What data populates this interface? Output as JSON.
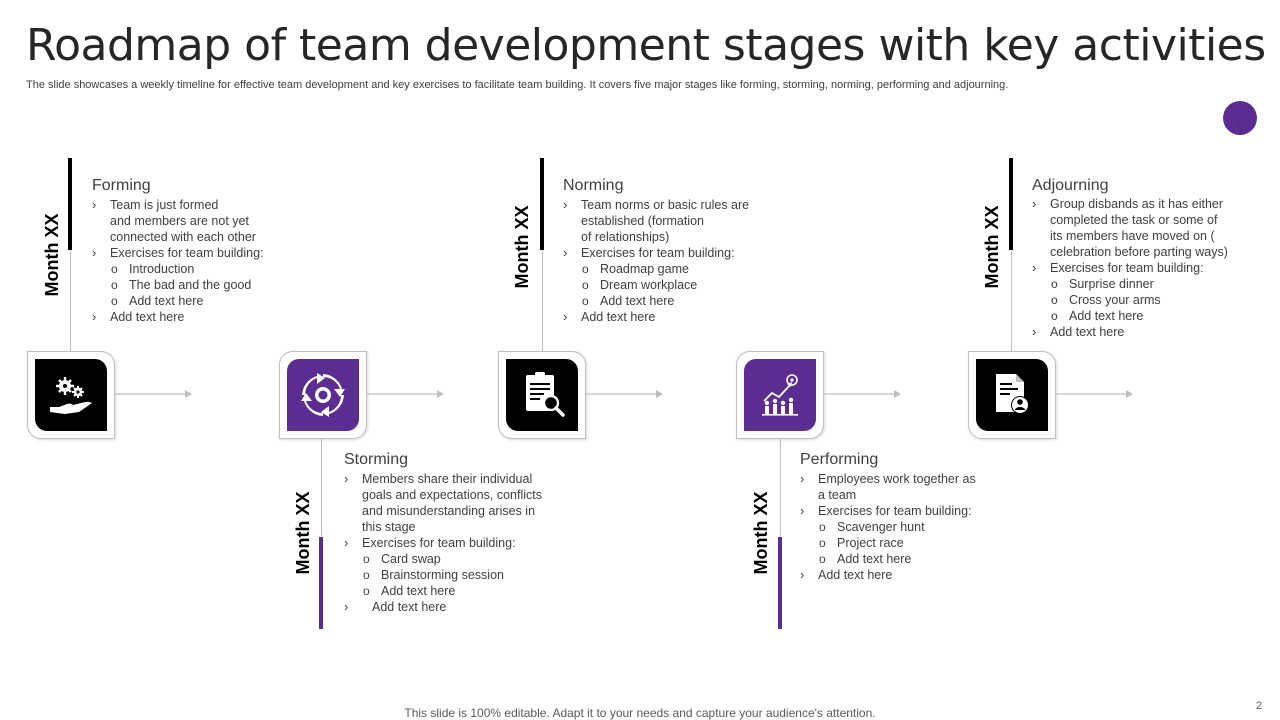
{
  "slide": {
    "title": "Roadmap of team development stages with key activities",
    "subtitle": "The slide showcases a weekly timeline for effective team development and key exercises to facilitate team building. It covers five  major stages like forming, storming, norming, performing and adjourning.",
    "footer": "This slide is 100% editable. Adapt it to your needs and capture your audience's attention.",
    "page_number": "2"
  },
  "colors": {
    "accent": "#5b2d91",
    "dark": "#000000",
    "line": "#bfbfbf",
    "text": "#404040"
  },
  "stages": [
    {
      "name": "Forming",
      "month": "Month XX",
      "icon": "gears-hand-icon",
      "items": [
        {
          "text": "Team  is just formed and members are not yet connected with each other",
          "lines": [
            "Team  is just formed",
            "and members are not yet",
            "connected with each other"
          ]
        },
        {
          "text": "Exercises for team building:"
        },
        {
          "sub": "Introduction"
        },
        {
          "sub": "The bad and the good"
        },
        {
          "sub": "Add text here"
        },
        {
          "text": "Add text here"
        }
      ]
    },
    {
      "name": "Storming",
      "month": "Month XX",
      "icon": "circular-arrows-icon",
      "items": [
        {
          "lines": [
            "Members share their individual",
            "goals and expectations, conflicts",
            "and misunderstanding arises in",
            "this stage"
          ]
        },
        {
          "text": "Exercises for team building:"
        },
        {
          "sub": "Card swap"
        },
        {
          "sub": "Brainstorming session"
        },
        {
          "sub": "Add text here"
        },
        {
          "text": "Add text here"
        }
      ]
    },
    {
      "name": "Norming",
      "month": "Month XX",
      "icon": "clipboard-search-icon",
      "items": [
        {
          "lines": [
            "Team norms or basic rules are",
            "established (formation",
            "of relationships)"
          ]
        },
        {
          "text": "Exercises for team building:"
        },
        {
          "sub": "Roadmap game"
        },
        {
          "sub": "Dream  workplace"
        },
        {
          "sub": "Add text here"
        },
        {
          "text": "Add text here"
        }
      ]
    },
    {
      "name": "Performing",
      "month": "Month XX",
      "icon": "team-growth-chart-icon",
      "items": [
        {
          "lines": [
            "Employees work together as",
            "a team"
          ]
        },
        {
          "text": "Exercises for team building:"
        },
        {
          "sub": "Scavenger  hunt"
        },
        {
          "sub": "Project race"
        },
        {
          "sub": "Add text here"
        },
        {
          "text": "Add text here"
        }
      ]
    },
    {
      "name": "Adjourning",
      "month": "Month XX",
      "icon": "document-person-icon",
      "items": [
        {
          "lines": [
            "Group disbands as it has either",
            "completed the task or some of",
            "its members have moved  on (",
            "celebration before  parting ways)"
          ]
        },
        {
          "text": "Exercises for team building:"
        },
        {
          "sub": "Surprise dinner"
        },
        {
          "sub": "Cross your arms"
        },
        {
          "sub": "Add text here"
        },
        {
          "text": "Add text here"
        }
      ]
    }
  ]
}
